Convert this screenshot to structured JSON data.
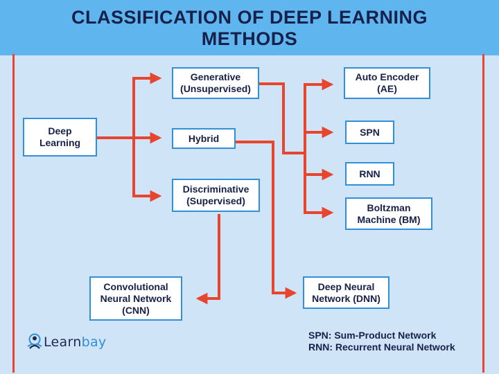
{
  "title": "CLASSIFICATION OF DEEP LEARNING\nMETHODS",
  "nodes": {
    "deep_learning": "Deep\nLearning",
    "generative": "Generative\n(Unsupervised)",
    "hybrid": "Hybrid",
    "discriminative": "Discriminative\n(Supervised)",
    "autoencoder": "Auto Encoder\n(AE)",
    "spn": "SPN",
    "rnn": "RNN",
    "boltzman": "Boltzman\nMachine (BM)",
    "cnn": "Convolutional\nNeural Network\n(CNN)",
    "dnn": "Deep Neural\nNetwork (DNN)"
  },
  "legend": [
    "SPN: Sum-Product Network",
    "RNN: Recurrent Neural Network"
  ],
  "logo": {
    "prefix": "Learn",
    "suffix": "bay"
  },
  "colors": {
    "accent": "#e8452f",
    "header": "#5fb5ee",
    "background": "#cfe4f7",
    "box_border": "#2f8fd8",
    "text": "#16204a"
  }
}
